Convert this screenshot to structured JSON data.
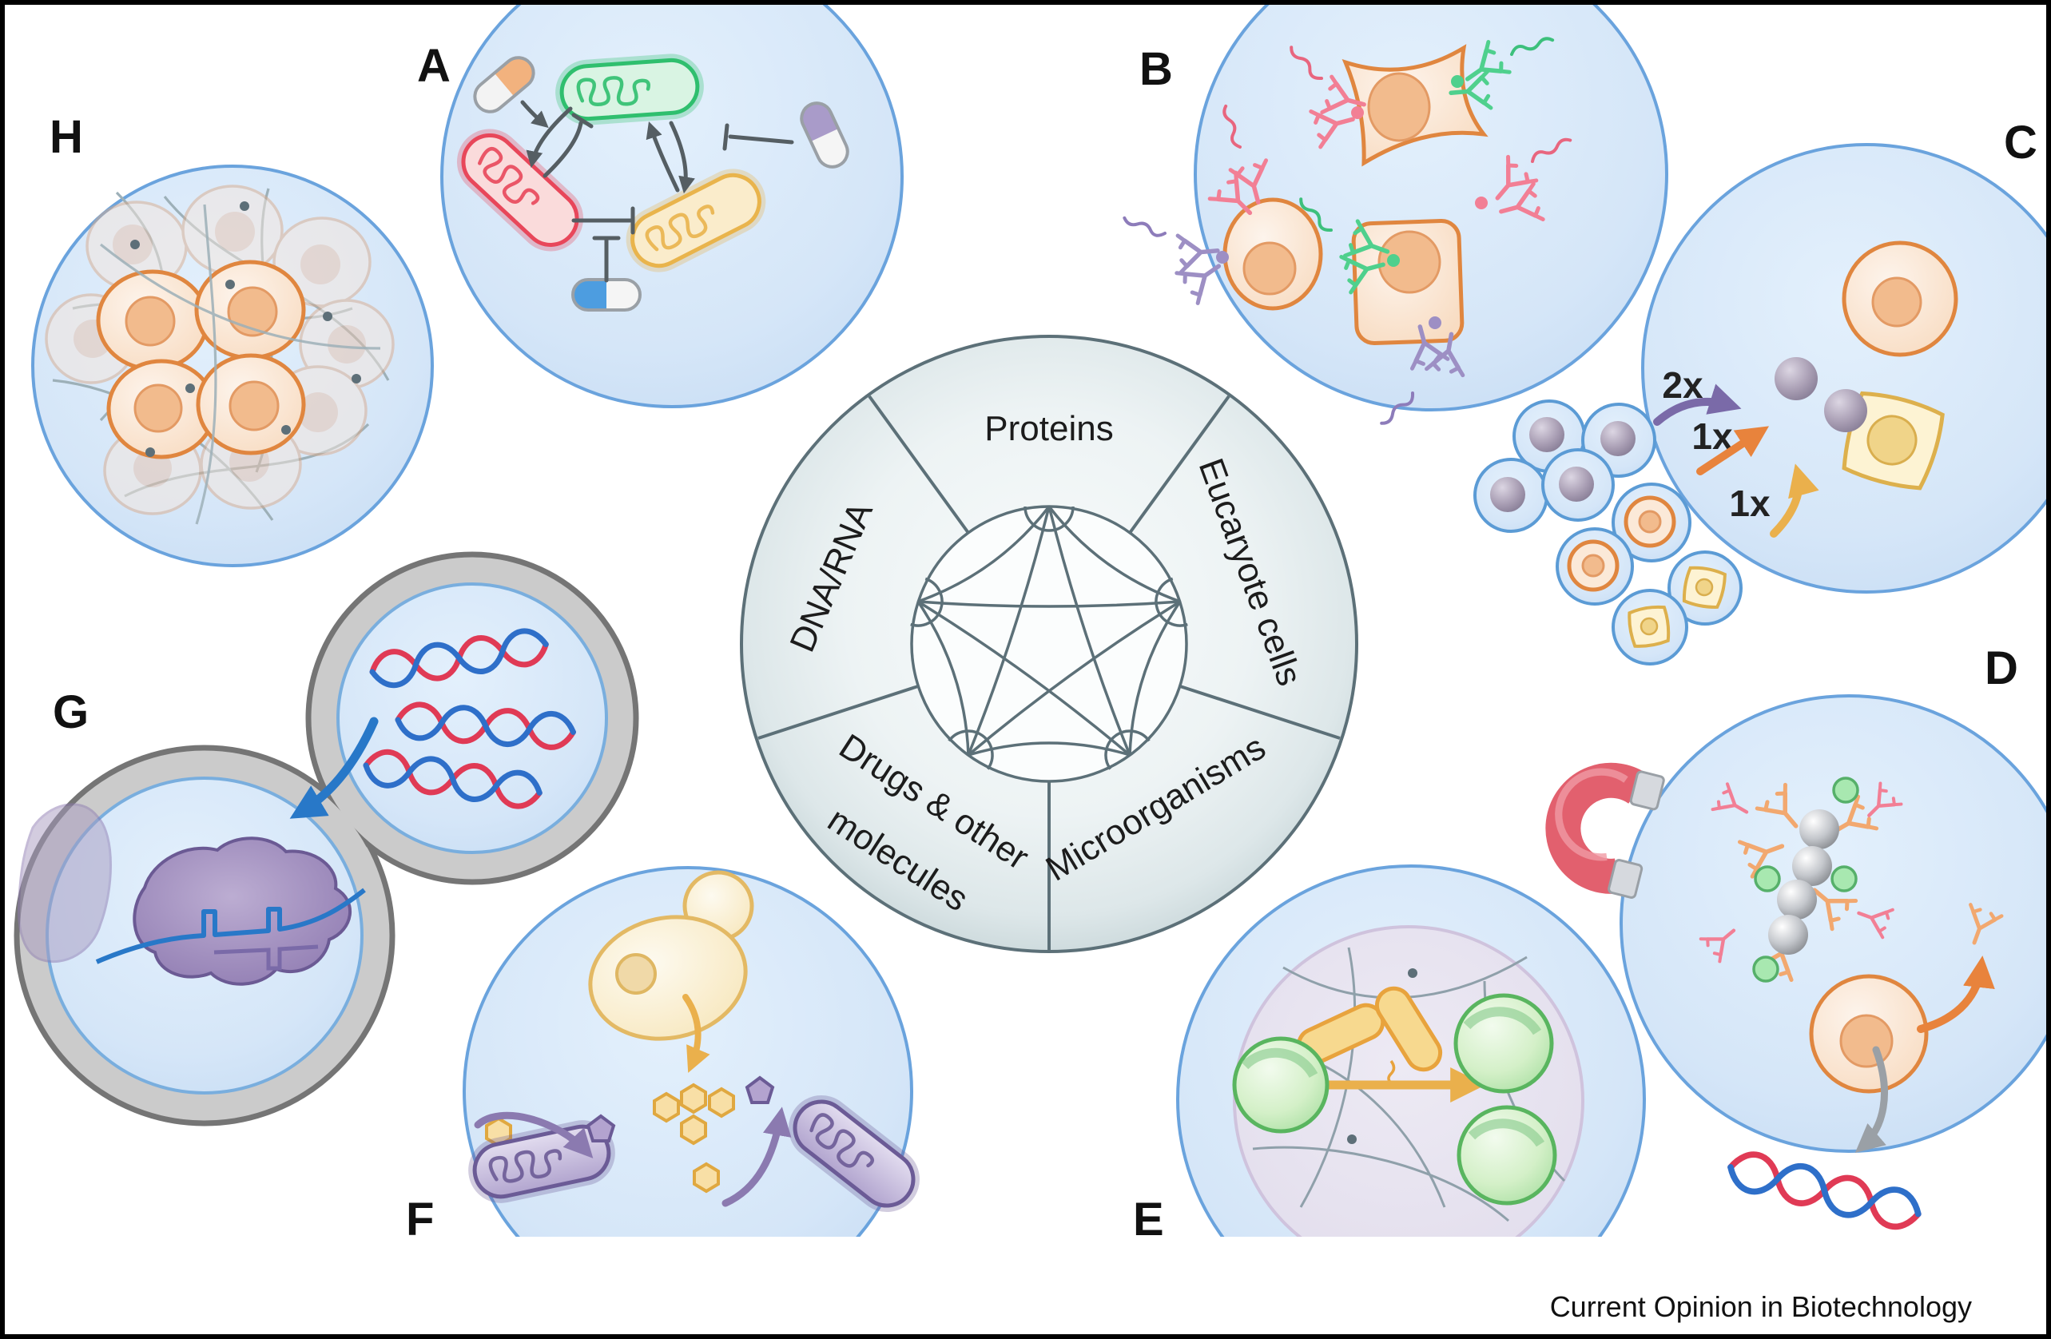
{
  "panels": {
    "a": "A",
    "b": "B",
    "c": "C",
    "d": "D",
    "e": "E",
    "f": "F",
    "g": "G",
    "h": "H"
  },
  "wheel": {
    "labels": {
      "top": "Proteins",
      "right": "Eucaryote cells",
      "bottom_right": "Microorganisms",
      "bottom_left_line1": "Drugs & other",
      "bottom_left_line2": "molecules",
      "left": "DNA/RNA"
    }
  },
  "panel_c": {
    "arrow_labels": [
      {
        "text": "2x",
        "color": "#7a6aa8"
      },
      {
        "text": "1x",
        "color": "#e8833c"
      },
      {
        "text": "1x",
        "color": "#eab04c"
      }
    ]
  },
  "footer": {
    "journal": "Current Opinion in Biotechnology"
  },
  "icons": {
    "magnet-icon": "horseshoe-magnet",
    "dna-helix-icon": "double-helix",
    "antibody-icon": "y-shaped-antibody",
    "pill-icon": "two-tone-capsule",
    "bacterium-icon": "rod-with-plasmid",
    "yeast-icon": "budding-yeast-cell"
  },
  "colors": {
    "panel_fill": "#cfe2f6",
    "panel_stroke": "#6aa3dd",
    "wheel_ring": "#d8e3e5",
    "wheel_stroke": "#5c7078",
    "bacterium_green": "#2fbf6e",
    "bacterium_red": "#e8475a",
    "bacterium_yellow": "#e9b44c",
    "bacterium_purple": "#6b5b96",
    "cell_orange": "#e0863f",
    "cell_yellow": "#ddb04c",
    "antibody_pink": "#f27f95",
    "antibody_green": "#4fd08d",
    "antibody_purple": "#9d8fc4",
    "antibody_orange": "#f2a86f",
    "magnet_red": "#e2606e",
    "dna_red": "#e03a55",
    "dna_blue": "#2e6fc9",
    "arrow_dark": "#555e63",
    "arrow_blue": "#2878c8",
    "arrow_gray": "#9aa0a6"
  }
}
